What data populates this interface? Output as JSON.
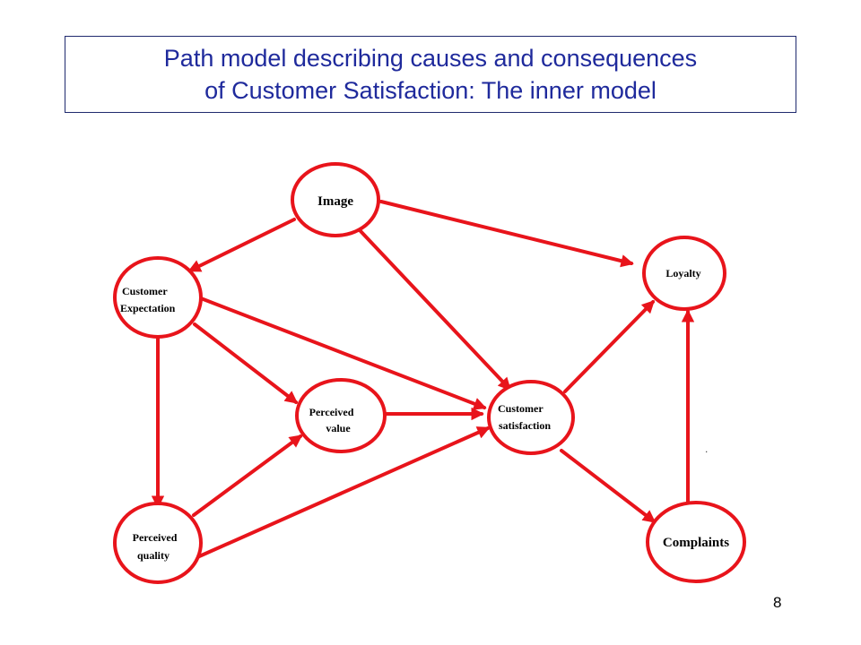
{
  "title": {
    "line1": "Path model describing causes and consequences",
    "line2": "of Customer Satisfaction: The inner model"
  },
  "nodes": {
    "image": {
      "lines": [
        "Image"
      ]
    },
    "expectation": {
      "lines": [
        "Customer",
        "Expectation"
      ]
    },
    "value": {
      "lines": [
        "Perceived",
        "value"
      ]
    },
    "quality": {
      "lines": [
        "Perceived",
        "quality"
      ]
    },
    "satisfaction": {
      "lines": [
        "Customer",
        "satisfaction"
      ]
    },
    "loyalty": {
      "lines": [
        "Loyalty"
      ]
    },
    "complaints": {
      "lines": [
        "Complaints"
      ]
    }
  },
  "stray_mark": ".",
  "page_number": "8",
  "colors": {
    "edge": "#e8141b",
    "title": "#1f2a9c"
  }
}
